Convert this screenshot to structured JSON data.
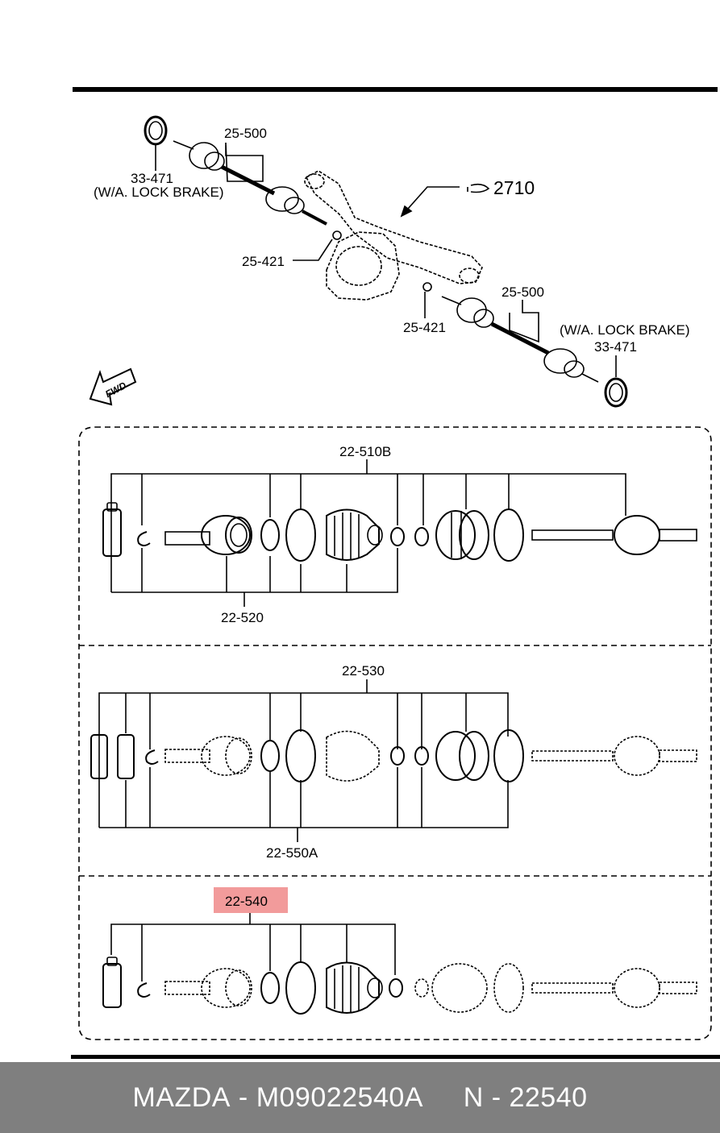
{
  "diagram": {
    "callouts": {
      "top_left_seal": "33-471",
      "top_left_note": "(W/A. LOCK BRAKE)",
      "top_left_shaft": "25-500",
      "ref_2710": "2710",
      "top_left_clip": "25-421",
      "center_clip": "25-421",
      "top_right_shaft": "25-500",
      "top_right_note": "(W/A. LOCK BRAKE)",
      "top_right_seal": "33-471",
      "fwd": "FWD"
    },
    "panel1": {
      "top_label": "22-510B",
      "bottom_label": "22-520"
    },
    "panel2": {
      "top_label": "22-530",
      "bottom_label": "22-550A"
    },
    "panel3": {
      "top_label": "22-540",
      "highlight_color": "#f08a8a"
    }
  },
  "footer": {
    "brand": "MAZDA",
    "part_number": "M09022540A",
    "code": "N - 22540",
    "background": "#7f7f7f"
  }
}
